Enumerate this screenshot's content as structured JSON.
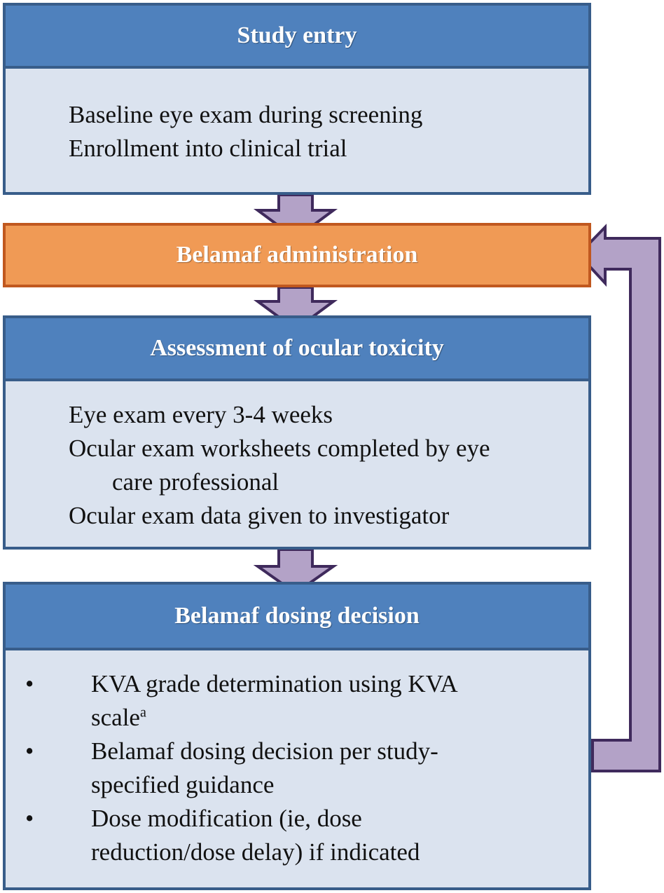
{
  "study_entry": {
    "title": "Study entry",
    "lines": [
      "Baseline eye exam during screening",
      "Enrollment into clinical trial"
    ]
  },
  "administration": {
    "title": "Belamaf administration"
  },
  "assessment": {
    "title": "Assessment of ocular toxicity",
    "lines": [
      "Eye exam every 3-4 weeks",
      "Ocular exam worksheets completed by eye",
      "care professional",
      "Ocular exam data given to investigator"
    ]
  },
  "dosing": {
    "title": "Belamaf dosing decision",
    "bullet_symbol": "•",
    "items": [
      {
        "line1": "KVA grade determination using KVA",
        "line2": "scale",
        "superscript": "a"
      },
      {
        "line1": "Belamaf dosing decision per study-",
        "line2": "specified guidance"
      },
      {
        "line1": "Dose modification (ie, dose",
        "line2": "reduction/dose delay) if indicated"
      }
    ]
  },
  "colors": {
    "header_fill": "#4f81bd",
    "header_border": "#385d8a",
    "body_fill": "#dbe3ef",
    "admin_fill": "#f09a55",
    "admin_border": "#c0581f",
    "arrow_fill": "#b3a2c7",
    "arrow_border": "#3f2a5c"
  }
}
